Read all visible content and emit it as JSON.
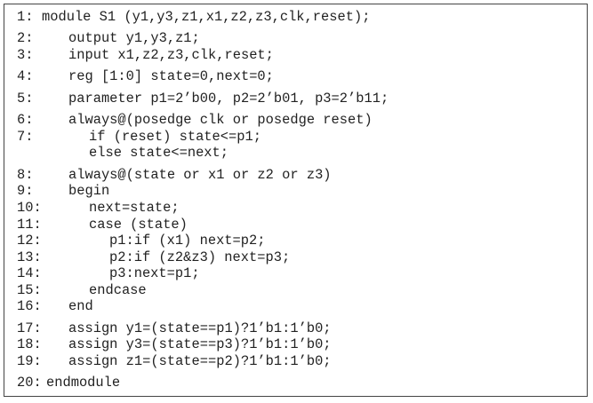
{
  "lines": [
    {
      "num": "1:",
      "text": "module S1 (y1,y3,z1,x1,z2,z3,clk,reset);"
    },
    {
      "num": "2:",
      "text": "output y1,y3,z1;"
    },
    {
      "num": "3:",
      "text": "input x1,z2,z3,clk,reset;"
    },
    {
      "num": "4:",
      "text": "reg [1:0] state=0,next=0;"
    },
    {
      "num": "5:",
      "text": "parameter p1=2’b00, p2=2’b01, p3=2’b11;"
    },
    {
      "num": "6:",
      "text": "always@(posedge clk or posedge reset)"
    },
    {
      "num": "7:",
      "text": "if (reset) state<=p1;"
    },
    {
      "num": "",
      "text": "else state<=next;"
    },
    {
      "num": "8:",
      "text": "always@(state or x1 or z2 or z3)"
    },
    {
      "num": "9:",
      "text": "begin"
    },
    {
      "num": "10:",
      "text": "next=state;"
    },
    {
      "num": "11:",
      "text": "case (state)"
    },
    {
      "num": "12:",
      "text": "p1:if (x1) next=p2;"
    },
    {
      "num": "13:",
      "text": "p2:if (z2&z3) next=p3;"
    },
    {
      "num": "14:",
      "text": "p3:next=p1;"
    },
    {
      "num": "15:",
      "text": "endcase"
    },
    {
      "num": "16:",
      "text": "end"
    },
    {
      "num": "17:",
      "text": "assign y1=(state==p1)?1’b1:1’b0;"
    },
    {
      "num": "18:",
      "text": "assign y3=(state==p3)?1’b1:1’b0;"
    },
    {
      "num": "19:",
      "text": "assign z1=(state==p2)?1’b1:1’b0;"
    },
    {
      "num": "20:",
      "text": "endmodule"
    }
  ]
}
